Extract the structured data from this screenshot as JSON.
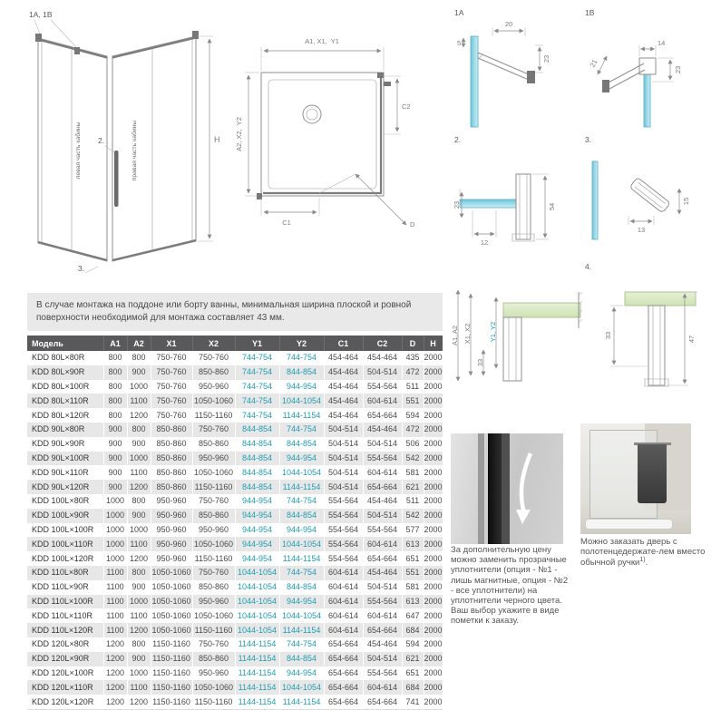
{
  "colors": {
    "teal": "#1f9db2",
    "header_bg": "#59595b",
    "row_alt": "#e7e7e7",
    "glass": "#8fd2e2",
    "green_glass": "#dff0d0"
  },
  "drawings": {
    "cabin": {
      "corner_ref": "1A, 1B",
      "left_part": "левая часть кабины",
      "right_part": "правая часть кабины",
      "h": "H",
      "ref2": "2.",
      "ref3": "3."
    },
    "plan": {
      "top_gray": "A1, X1,",
      "top_teal": "Y1",
      "left_gray": "A2, X2,",
      "left_teal": "Y2",
      "c1": "C1",
      "c2": "C2",
      "d": "D"
    },
    "detail_1a": {
      "label": "1A",
      "dim_20": "20",
      "dim_5": "5",
      "dim_23": "23"
    },
    "detail_1b": {
      "label": "1B",
      "dim_21": "21",
      "dim_14": "14",
      "dim_23": "23"
    },
    "detail_2": {
      "label": "2.",
      "dim_23": "23",
      "dim_12": "12",
      "dim_54": "54"
    },
    "detail_3": {
      "label": "3.",
      "dim_13": "13",
      "dim_15": "15"
    },
    "detail_wall": {
      "dim_a": "A1, A2",
      "dim_x": "X1, X2",
      "dim_y": "Y1, Y2",
      "dim_33": "33"
    },
    "detail_4": {
      "label": "4.",
      "dim_47": "47",
      "dim_33": "33"
    }
  },
  "note": {
    "text": "В случае монтажа на поддоне или борту ванны, минимальная ширина плоской и ровной поверхности необходимой для монтажа составляет 43 мм."
  },
  "table": {
    "headers": [
      "Модель",
      "A1",
      "A2",
      "X1",
      "X2",
      "Y1",
      "Y2",
      "C1",
      "C2",
      "D",
      "H"
    ],
    "rows": [
      [
        "KDD 80L×80R",
        "800",
        "800",
        "750-760",
        "750-760",
        "744-754",
        "744-754",
        "454-464",
        "454-464",
        "435",
        "2000"
      ],
      [
        "KDD 80L×90R",
        "800",
        "900",
        "750-760",
        "850-860",
        "744-754",
        "844-854",
        "454-464",
        "504-514",
        "472",
        "2000"
      ],
      [
        "KDD 80L×100R",
        "800",
        "1000",
        "750-760",
        "950-960",
        "744-754",
        "944-954",
        "454-464",
        "554-564",
        "511",
        "2000"
      ],
      [
        "KDD 80L×110R",
        "800",
        "1100",
        "750-760",
        "1050-1060",
        "744-754",
        "1044-1054",
        "454-464",
        "604-614",
        "551",
        "2000"
      ],
      [
        "KDD 80L×120R",
        "800",
        "1200",
        "750-760",
        "1150-1160",
        "744-754",
        "1144-1154",
        "454-464",
        "654-664",
        "594",
        "2000"
      ],
      [
        "KDD 90L×80R",
        "900",
        "800",
        "850-860",
        "750-760",
        "844-854",
        "744-754",
        "504-514",
        "454-464",
        "472",
        "2000"
      ],
      [
        "KDD 90L×90R",
        "900",
        "900",
        "850-860",
        "850-860",
        "844-854",
        "844-854",
        "504-514",
        "504-514",
        "506",
        "2000"
      ],
      [
        "KDD 90L×100R",
        "900",
        "1000",
        "850-860",
        "950-960",
        "844-854",
        "944-954",
        "504-514",
        "554-564",
        "542",
        "2000"
      ],
      [
        "KDD 90L×110R",
        "900",
        "1100",
        "850-860",
        "1050-1060",
        "844-854",
        "1044-1054",
        "504-514",
        "604-614",
        "581",
        "2000"
      ],
      [
        "KDD 90L×120R",
        "900",
        "1200",
        "850-860",
        "1150-1160",
        "844-854",
        "1144-1154",
        "504-514",
        "654-664",
        "621",
        "2000"
      ],
      [
        "KDD 100L×80R",
        "1000",
        "800",
        "950-960",
        "750-760",
        "944-954",
        "744-754",
        "554-564",
        "454-464",
        "511",
        "2000"
      ],
      [
        "KDD 100L×90R",
        "1000",
        "900",
        "950-960",
        "850-860",
        "944-954",
        "844-854",
        "554-564",
        "504-514",
        "542",
        "2000"
      ],
      [
        "KDD 100L×100R",
        "1000",
        "1000",
        "950-960",
        "950-960",
        "944-954",
        "944-954",
        "554-564",
        "554-564",
        "577",
        "2000"
      ],
      [
        "KDD 100L×110R",
        "1000",
        "1100",
        "950-960",
        "1050-1060",
        "944-954",
        "1044-1054",
        "554-564",
        "604-614",
        "613",
        "2000"
      ],
      [
        "KDD 100L×120R",
        "1000",
        "1200",
        "950-960",
        "1150-1160",
        "944-954",
        "1144-1154",
        "554-564",
        "654-664",
        "651",
        "2000"
      ],
      [
        "KDD 110L×80R",
        "1100",
        "800",
        "1050-1060",
        "750-760",
        "1044-1054",
        "744-754",
        "604-614",
        "454-464",
        "551",
        "2000"
      ],
      [
        "KDD 110L×90R",
        "1100",
        "900",
        "1050-1060",
        "850-860",
        "1044-1054",
        "844-854",
        "604-614",
        "504-514",
        "581",
        "2000"
      ],
      [
        "KDD 110L×100R",
        "1100",
        "1000",
        "1050-1060",
        "950-960",
        "1044-1054",
        "944-954",
        "604-614",
        "554-564",
        "613",
        "2000"
      ],
      [
        "KDD 110L×110R",
        "1100",
        "1100",
        "1050-1060",
        "1050-1060",
        "1044-1054",
        "1044-1054",
        "604-614",
        "604-614",
        "647",
        "2000"
      ],
      [
        "KDD 110L×120R",
        "1100",
        "1200",
        "1050-1060",
        "1150-1160",
        "1044-1054",
        "1144-1154",
        "604-614",
        "654-664",
        "684",
        "2000"
      ],
      [
        "KDD 120L×80R",
        "1200",
        "800",
        "1150-1160",
        "750-760",
        "1144-1154",
        "744-754",
        "654-664",
        "454-464",
        "594",
        "2000"
      ],
      [
        "KDD 120L×90R",
        "1200",
        "900",
        "1150-1160",
        "850-860",
        "1144-1154",
        "844-854",
        "654-664",
        "504-514",
        "621",
        "2000"
      ],
      [
        "KDD 120L×100R",
        "1200",
        "1000",
        "1150-1160",
        "950-960",
        "1144-1154",
        "944-954",
        "654-664",
        "554-564",
        "651",
        "2000"
      ],
      [
        "KDD 120L×110R",
        "1200",
        "1100",
        "1150-1160",
        "1050-1060",
        "1144-1154",
        "1044-1054",
        "654-664",
        "604-614",
        "684",
        "2000"
      ],
      [
        "KDD 120L×120R",
        "1200",
        "1200",
        "1150-1160",
        "1150-1160",
        "1144-1154",
        "1144-1154",
        "654-664",
        "654-664",
        "741",
        "2000"
      ]
    ]
  },
  "captions": {
    "seals": "За дополнительную цену можно заменить прозрачные уплотнители (опция - №1 - лишь магнитные, опция - №2 - все уплотнители)  на уплотнители черного цвета.\nВаш выбор укажите в виде пометки к заказу.",
    "towel_before": "Можно заказать дверь с полотенцедержате-лем вместо обычной ручки",
    "towel_sup": "1)",
    "towel_after": "."
  }
}
